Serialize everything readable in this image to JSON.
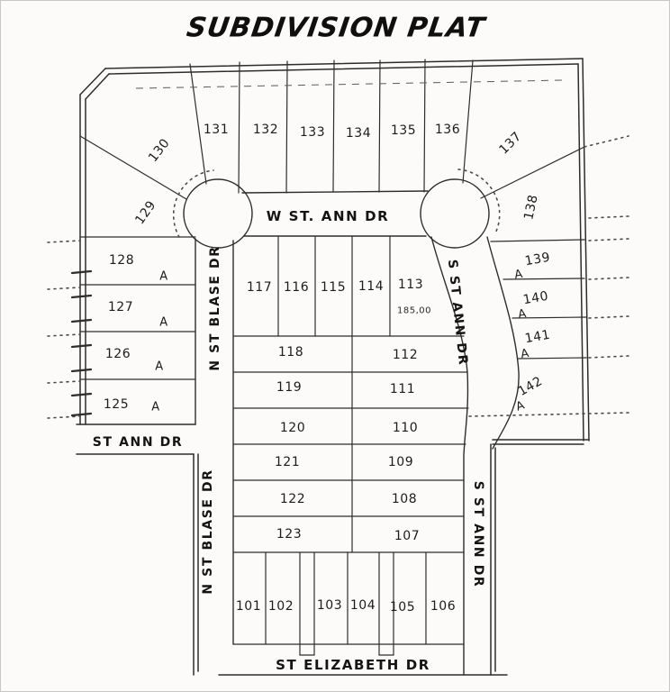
{
  "title": "SUBDIVISION PLAT",
  "streets": {
    "w_st_ann": "W ST. ANN DR",
    "n_st_blase_upper": "N ST BLASE DR",
    "n_st_blase_lower": "N ST BLASE DR",
    "s_st_ann_upper": "S ST ANN DR",
    "s_st_ann_lower": "S ST ANN DR",
    "st_ann": "ST ANN DR",
    "st_elizabeth": "ST ELIZABETH DR"
  },
  "dimensions": {
    "lot113_frontage": "185,00"
  },
  "lots": {
    "101": "101",
    "102": "102",
    "103": "103",
    "104": "104",
    "105": "105",
    "106": "106",
    "107": "107",
    "108": "108",
    "109": "109",
    "110": "110",
    "111": "111",
    "112": "112",
    "113": "113",
    "114": "114",
    "115": "115",
    "116": "116",
    "117": "117",
    "118": "118",
    "119": "119",
    "120": "120",
    "121": "121",
    "122": "122",
    "123": "123",
    "125": "125",
    "126": "126",
    "127": "127",
    "128": "128",
    "129": "129",
    "130": "130",
    "131": "131",
    "132": "132",
    "133": "133",
    "134": "134",
    "135": "135",
    "136": "136",
    "137": "137",
    "138": "138",
    "139": "139",
    "140": "140",
    "141": "141",
    "142": "142"
  },
  "suffixes": {
    "125": "A",
    "126": "A",
    "127": "A",
    "128": "A",
    "139": "A",
    "140": "A",
    "141": "A",
    "142": "A"
  },
  "colors": {
    "ink": "#2d2d2d",
    "paper": "#fcfbf9"
  }
}
